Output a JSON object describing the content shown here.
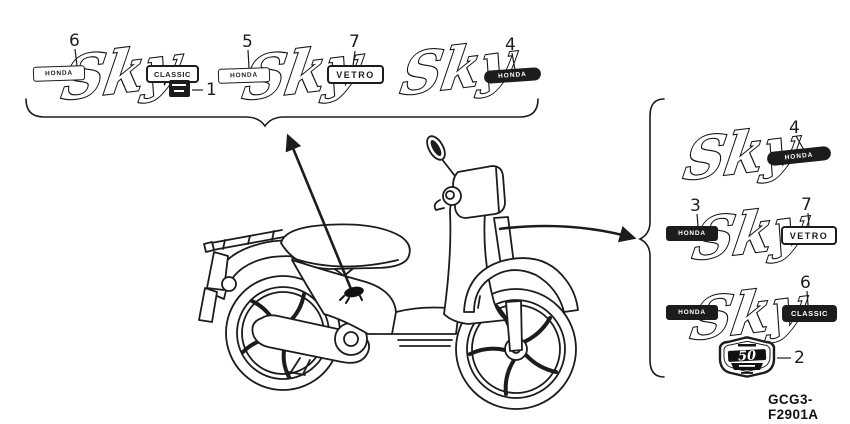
{
  "canvas": {
    "bg": "#ffffff",
    "ink": "#1c1c1c"
  },
  "part_code": "GCG3-F2901A",
  "logo": {
    "sky": "Sky"
  },
  "emblems": {
    "honda": "HONDA",
    "classic": "CLASSIC",
    "vetro": "VETRO",
    "fifty": "50"
  },
  "callouts": {
    "top_classic": "6",
    "top_honda_bar": "5",
    "top_vetro": "7",
    "top_honda_pill": "4",
    "top_caution_label": "1",
    "right_honda_pill": "4",
    "right_honda_bar": "3",
    "right_vetro": "7",
    "right_classic": "6",
    "right_fifty_badge": "2"
  }
}
